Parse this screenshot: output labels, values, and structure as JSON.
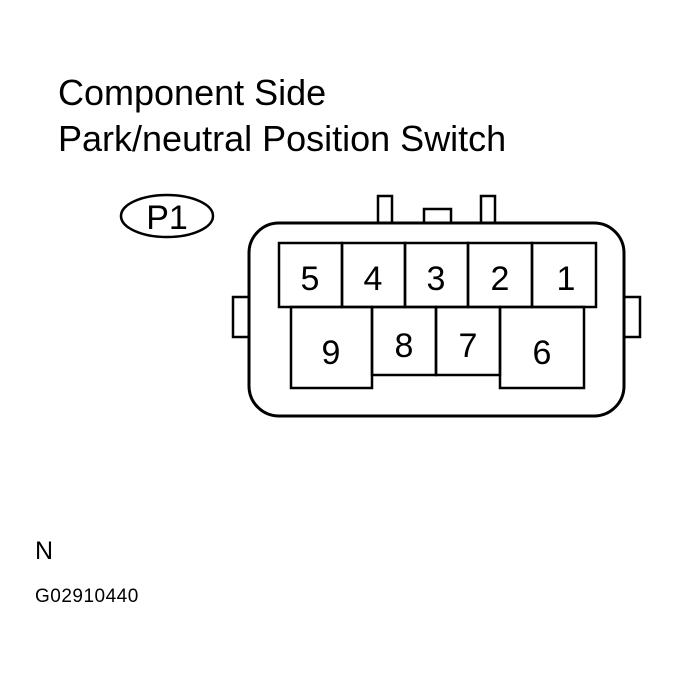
{
  "title": {
    "line1": "Component Side",
    "line2": "Park/neutral Position Switch"
  },
  "connector": {
    "label": "P1",
    "top_row": [
      "5",
      "4",
      "3",
      "2",
      "1"
    ],
    "bottom_row": [
      "9",
      "8",
      "7",
      "6"
    ]
  },
  "footer": {
    "orientation": "N",
    "figure_id": "G02910440"
  },
  "colors": {
    "line": "#000000",
    "background": "#ffffff"
  }
}
